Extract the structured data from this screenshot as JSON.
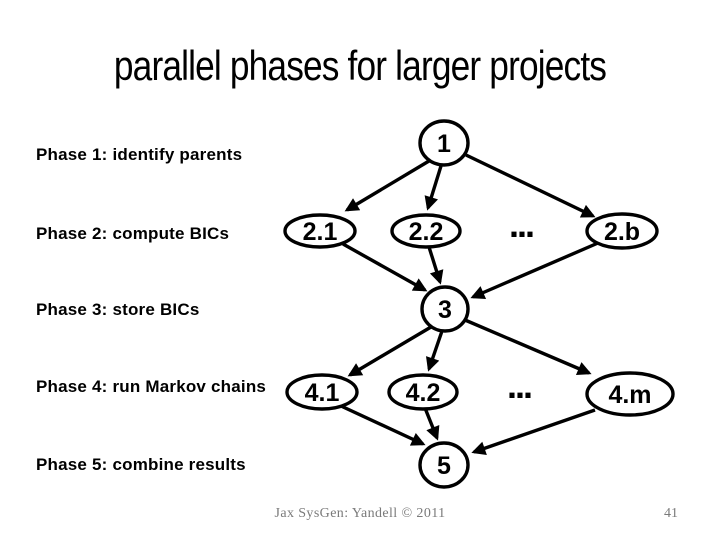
{
  "colors": {
    "background": "#ffffff",
    "text": "#000000",
    "diagram_stroke": "#000000",
    "node_fill": "#ffffff",
    "footer_text": "#7a7a7a"
  },
  "slide": {
    "title": "parallel phases for larger projects",
    "phase_labels": [
      "Phase 1: identify parents",
      "Phase 2: compute BICs",
      "Phase 3: store BICs",
      "Phase 4: run Markov chains",
      "Phase 5: combine results"
    ],
    "footer": {
      "credit": "Jax SysGen: Yandell © 2011",
      "slide_number": "41"
    }
  },
  "diagram": {
    "type": "dag",
    "nodes": [
      {
        "id": "1",
        "label": "1",
        "phase": 1
      },
      {
        "id": "2.1",
        "label": "2.1",
        "phase": 2
      },
      {
        "id": "2.2",
        "label": "2.2",
        "phase": 2
      },
      {
        "id": "dots2",
        "label": "...",
        "phase": 2
      },
      {
        "id": "2.b",
        "label": "2.b",
        "phase": 2
      },
      {
        "id": "3",
        "label": "3",
        "phase": 3
      },
      {
        "id": "4.1",
        "label": "4.1",
        "phase": 4
      },
      {
        "id": "4.2",
        "label": "4.2",
        "phase": 4
      },
      {
        "id": "dots4",
        "label": "...",
        "phase": 4
      },
      {
        "id": "4.m",
        "label": "4.m",
        "phase": 4
      },
      {
        "id": "5",
        "label": "5",
        "phase": 5
      }
    ],
    "edges": [
      {
        "from": "1",
        "to": "2.1"
      },
      {
        "from": "1",
        "to": "2.2"
      },
      {
        "from": "1",
        "to": "2.b"
      },
      {
        "from": "2.1",
        "to": "3"
      },
      {
        "from": "2.2",
        "to": "3"
      },
      {
        "from": "2.b",
        "to": "3"
      },
      {
        "from": "3",
        "to": "4.1"
      },
      {
        "from": "3",
        "to": "4.2"
      },
      {
        "from": "3",
        "to": "4.m"
      },
      {
        "from": "4.1",
        "to": "5"
      },
      {
        "from": "4.2",
        "to": "5"
      },
      {
        "from": "4.m",
        "to": "5"
      }
    ]
  }
}
